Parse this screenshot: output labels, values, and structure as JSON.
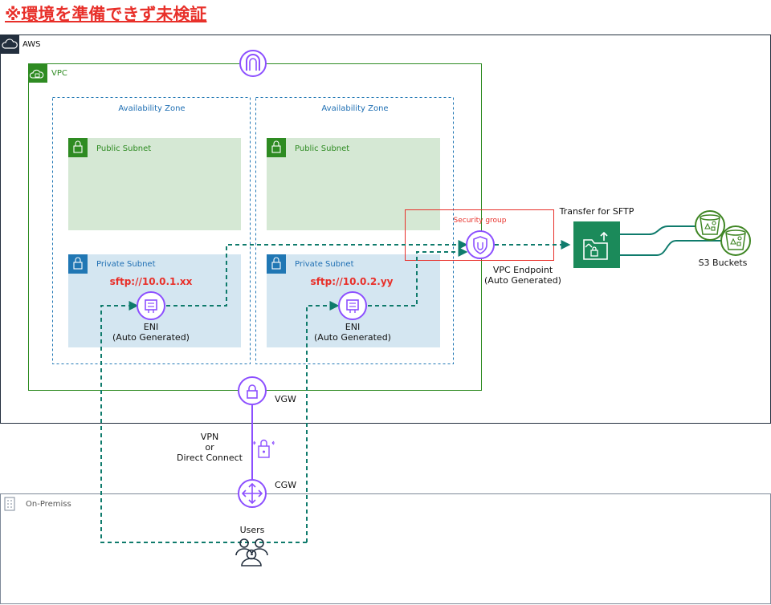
{
  "banner": "※環境を準備できず未検証",
  "groups": {
    "aws": "AWS",
    "vpc": "VPC",
    "az1": "Availability Zone",
    "az2": "Availability Zone",
    "public_subnet_1": "Public Subnet",
    "public_subnet_2": "Public Subnet",
    "private_subnet_1": "Private Subnet",
    "private_subnet_2": "Private Subnet",
    "security_group": "Security group",
    "on_premises": "On-Premiss"
  },
  "nodes": {
    "sftp_1": "sftp://10.0.1.xx",
    "sftp_2": "sftp://10.0.2.yy",
    "eni_1": [
      "ENI",
      "(Auto Generated)"
    ],
    "eni_2": [
      "ENI",
      "(Auto Generated)"
    ],
    "vpc_endpoint": [
      "VPC Endpoint",
      "(Auto Generated)"
    ],
    "transfer": "Transfer for SFTP",
    "s3": "S3 Buckets",
    "vgw": "VGW",
    "cgw": "CGW",
    "vpn": [
      "VPN",
      "or",
      "Direct Connect"
    ],
    "users": "Users"
  },
  "colors": {
    "banner": "#e8302a",
    "group_green": "#2e8b22",
    "subnet_public_fill": "#d5e8d4",
    "subnet_private_fill": "#d4e6f1",
    "subnet_blue": "#2077b4",
    "security_group": "#e8302a",
    "connector": "#0f7b6c",
    "network_icon": "#8c4fff",
    "transfer_icon": "#1b8a5a",
    "storage_icon": "#3f8624"
  },
  "icons": {
    "aws": "cloud-icon",
    "vpc": "vpc-cloud-lock-icon",
    "subnets": "padlock-icon",
    "internet_gateway": "internet-gateway-icon",
    "eni": "network-interface-icon",
    "vpc_endpoint": "endpoint-shield-icon",
    "transfer": "transfer-family-icon",
    "s3": "bucket-icon",
    "vgw": "vpn-gateway-lock-icon",
    "vpn": "lock-arrows-icon",
    "cgw": "customer-gateway-arrows-icon",
    "on_premises": "building-icon",
    "users": "users-icon"
  }
}
